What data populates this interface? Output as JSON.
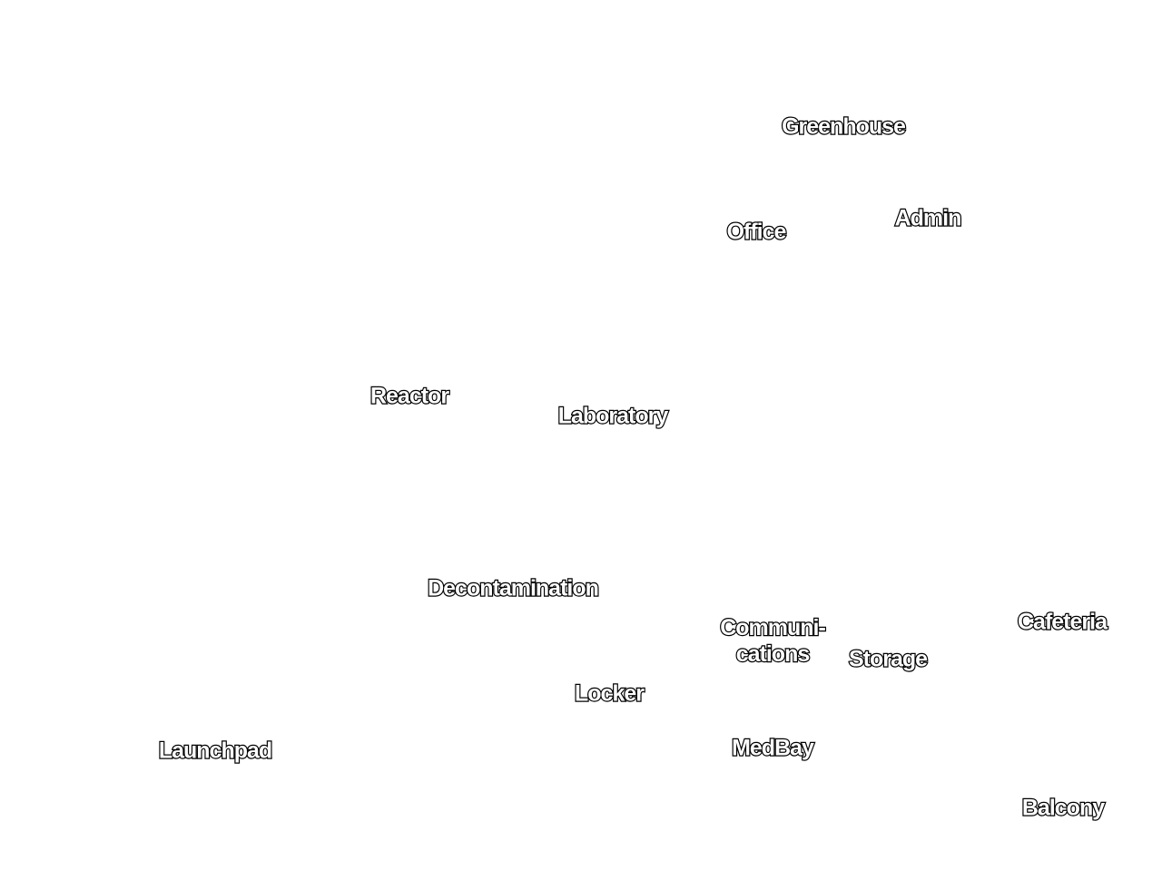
{
  "map": {
    "background_color": "#ffffff",
    "label_fill_color": "#ffffff",
    "label_stroke_color": "#000000",
    "rooms": {
      "greenhouse": "Greenhouse",
      "admin": "Admin",
      "office": "Office",
      "reactor": "Reactor",
      "laboratory": "Laboratory",
      "decontamination": "Decontamination",
      "communications_line1": "Communi-",
      "communications_line2": "cations",
      "storage": "Storage",
      "cafeteria": "Cafeteria",
      "locker": "Locker",
      "launchpad": "Launchpad",
      "medbay": "MedBay",
      "balcony": "Balcony"
    }
  }
}
